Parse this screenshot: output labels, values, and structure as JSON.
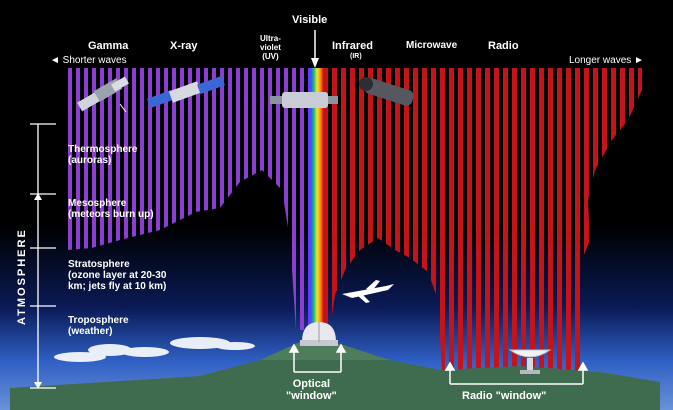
{
  "title": "Visible",
  "bands": [
    {
      "label": "Gamma",
      "sub": ""
    },
    {
      "label": "X-ray",
      "sub": ""
    },
    {
      "label": "Ultra-",
      "label2": "violet",
      "sub": "(UV)"
    },
    {
      "label": "Infrared",
      "sub": "(IR)"
    },
    {
      "label": "Microwave",
      "sub": ""
    },
    {
      "label": "Radio",
      "sub": ""
    }
  ],
  "shorter_waves": "◄ Shorter waves",
  "longer_waves": "Longer waves ►",
  "atmosphere_label": "ATMOSPHERE",
  "layers": [
    {
      "name": "Thermosphere",
      "detail": "(auroras)"
    },
    {
      "name": "Mesosphere",
      "detail": "(meteors burn up)"
    },
    {
      "name": "Stratosphere",
      "detail": "(ozone layer at 20-30",
      "detail2": "km; jets fly at 10 km)"
    },
    {
      "name": "Troposphere",
      "detail": "(weather)"
    }
  ],
  "optical_window": {
    "line1": "Optical",
    "line2": "\"window\""
  },
  "radio_window": "Radio \"window\"",
  "colors": {
    "sky": "#000000",
    "uv_stripes": "#8a3fd1",
    "ir_stripes": "#c4141a",
    "ground": "#3f6b4e",
    "horizon": "#2f5fc4"
  },
  "icons": [
    "satellite-icon",
    "xray-satellite-icon",
    "hubble-telescope-icon",
    "infrared-telescope-icon",
    "jet-icon",
    "observatory-dome-icon",
    "radio-dish-icon"
  ]
}
